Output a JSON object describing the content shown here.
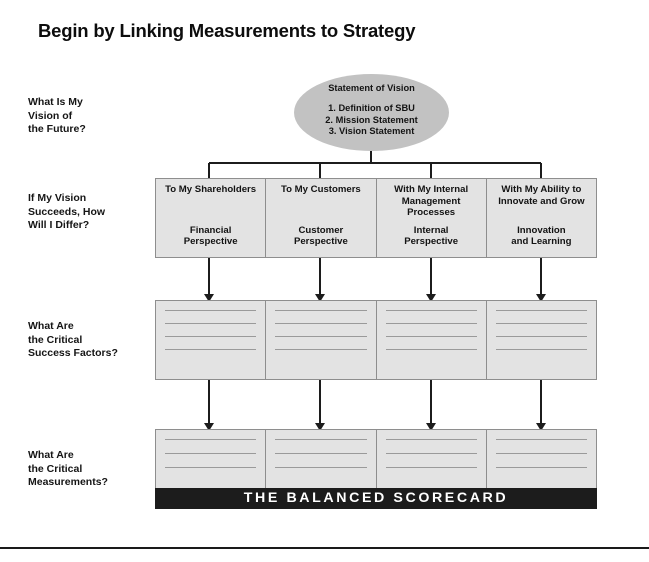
{
  "page": {
    "title": "Begin by Linking Measurements to Strategy",
    "banner_text": "THE BALANCED SCORECARD"
  },
  "colors": {
    "ellipse_fill": "#c2c2c2",
    "box_fill": "#e3e3e3",
    "box_border": "#8e8e8e",
    "rule_line": "#9a9a9a",
    "banner_bg": "#1c1c1c",
    "banner_text": "#ffffff",
    "text": "#131313"
  },
  "questions": [
    {
      "id": "vision",
      "lines": [
        "What Is My",
        "Vision of",
        "the Future?"
      ]
    },
    {
      "id": "differ",
      "lines": [
        "If My Vision",
        "Succeeds, How",
        "Will I Differ?"
      ]
    },
    {
      "id": "csf",
      "lines": [
        "What Are",
        "the Critical",
        "Success Factors?"
      ]
    },
    {
      "id": "measure",
      "lines": [
        "What Are",
        "the Critical",
        "Measurements?"
      ]
    }
  ],
  "vision": {
    "heading": "Statement of Vision",
    "items": [
      "1. Definition of SBU",
      "2. Mission Statement",
      "3. Vision Statement"
    ]
  },
  "perspectives": [
    {
      "audience": [
        "To My Shareholders"
      ],
      "perspective": [
        "Financial",
        "Perspective"
      ]
    },
    {
      "audience": [
        "To My Customers"
      ],
      "perspective": [
        "Customer",
        "Perspective"
      ]
    },
    {
      "audience": [
        "With My Internal",
        "Management",
        "Processes"
      ],
      "perspective": [
        "Internal",
        "Perspective"
      ]
    },
    {
      "audience": [
        "With My Ability to",
        "Innovate and Grow"
      ],
      "perspective": [
        "Innovation",
        "and Learning"
      ]
    }
  ],
  "critical_success_factors": {
    "columns": 4,
    "blank_lines_per_column": 4
  },
  "critical_measurements": {
    "columns": 4,
    "blank_lines_per_column": 3
  },
  "connectors": {
    "arrow_x_positions": [
      209,
      320,
      431,
      541
    ],
    "bracket_span_x": [
      209,
      541
    ]
  },
  "chart_data": {
    "type": "table",
    "title": "Begin by Linking Measurements to Strategy",
    "rows": [
      {
        "question": "What Is My Vision of the Future?",
        "content": "Statement of Vision: 1. Definition of SBU; 2. Mission Statement; 3. Vision Statement"
      },
      {
        "question": "If My Vision Succeeds, How Will I Differ?",
        "content": "To My Shareholders / Financial Perspective | To My Customers / Customer Perspective | With My Internal Management Processes / Internal Perspective | With My Ability to Innovate and Grow / Innovation and Learning"
      },
      {
        "question": "What Are the Critical Success Factors?",
        "content": "Four blank-lined columns (4 lines each)"
      },
      {
        "question": "What Are the Critical Measurements?",
        "content": "Four blank-lined columns (3 lines each) above THE BALANCED SCORECARD banner"
      }
    ]
  }
}
